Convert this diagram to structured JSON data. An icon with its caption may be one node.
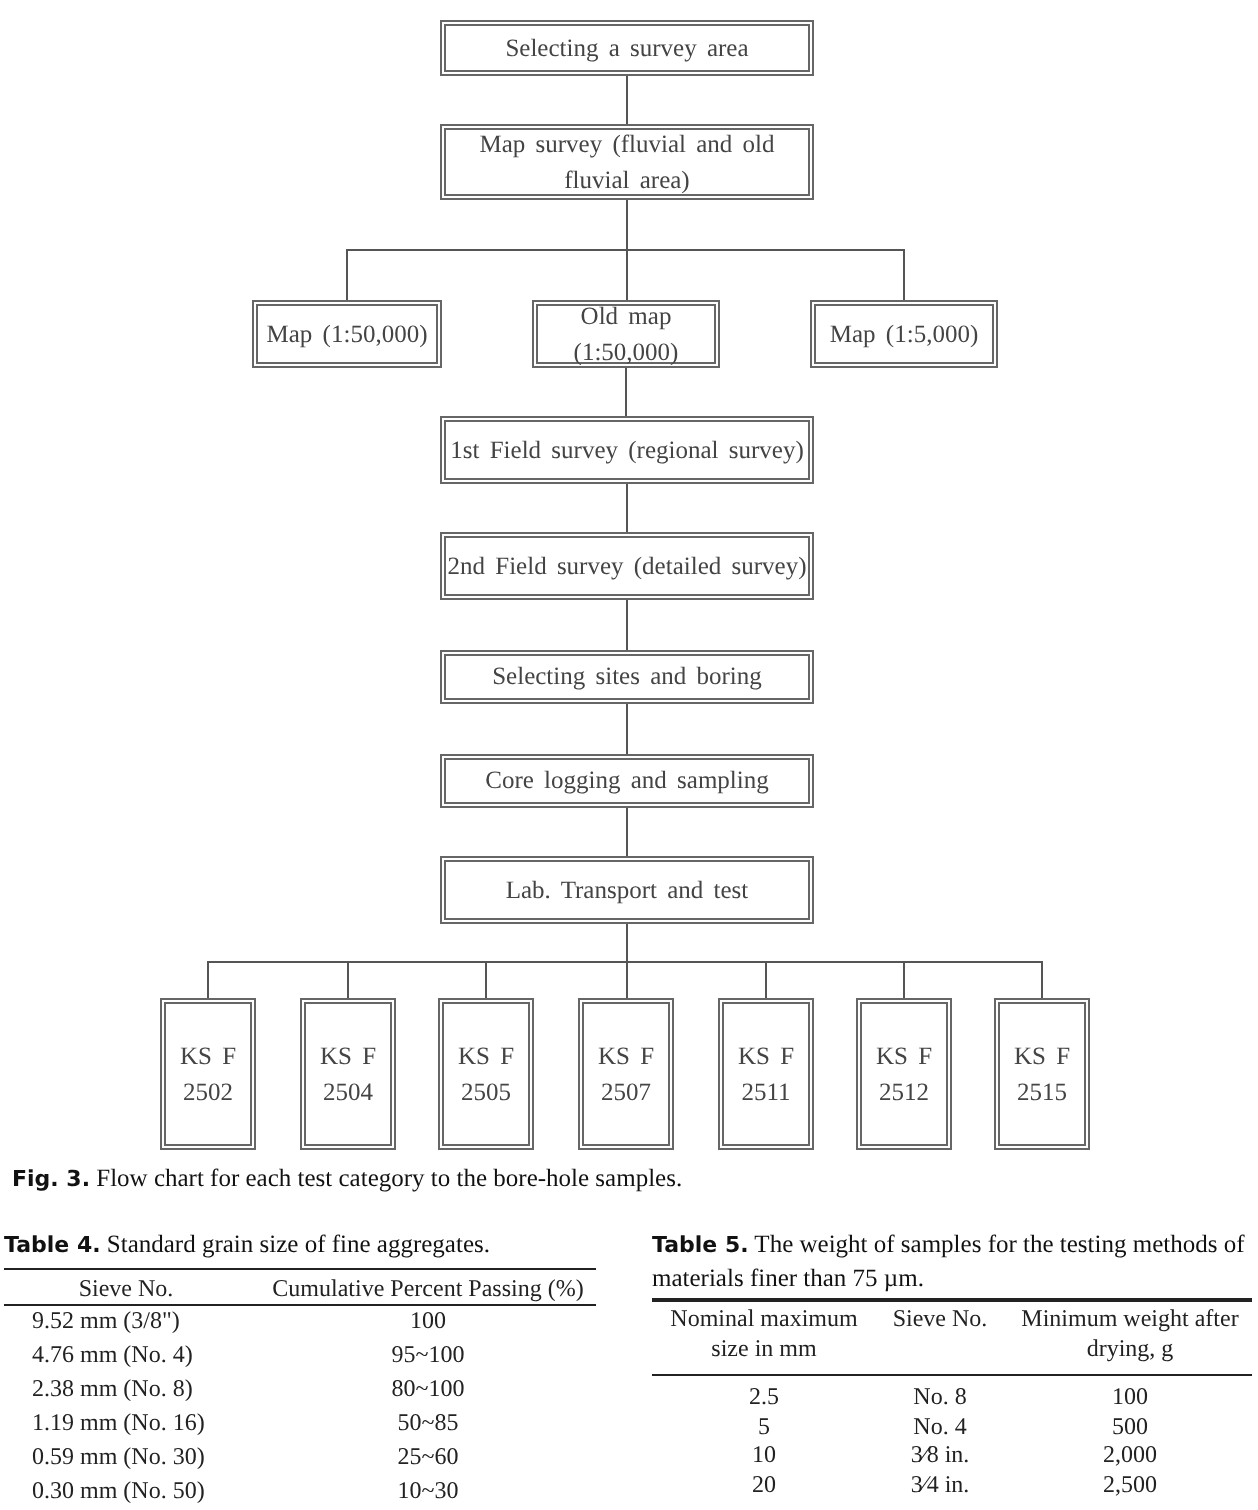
{
  "diagram": {
    "caption": "**Fig. 3.** Flow chart for each test category to the bore-hole samples.",
    "nodes": [
      {
        "text": [
          "Selecting a survey area"
        ]
      },
      {
        "text": [
          "Map survey (fluvial and old fluvial area)"
        ]
      },
      {
        "text": [
          "Map (1:50,000)"
        ]
      },
      {
        "text": [
          "Old map (1:50,000)"
        ]
      },
      {
        "text": [
          "Map (1:5,000)"
        ]
      },
      {
        "text": [
          "1st Field survey (regional survey)"
        ]
      },
      {
        "text": [
          "2nd Field survey (detailed survey)"
        ]
      },
      {
        "text": [
          "Selecting sites and boring"
        ]
      },
      {
        "text": [
          "Core logging and sampling"
        ]
      },
      {
        "text": [
          "Lab. Transport and test"
        ]
      },
      {
        "text": [
          "KS F 2502"
        ]
      },
      {
        "text": [
          "KS F 2504"
        ]
      },
      {
        "text": [
          "KS F 2505"
        ]
      },
      {
        "text": [
          "KS F 2507"
        ]
      },
      {
        "text": [
          "KS F 2511"
        ]
      },
      {
        "text": [
          "KS F 2512"
        ]
      },
      {
        "text": [
          "KS F 2515"
        ]
      }
    ],
    "edges": [
      {
        "from": 0,
        "to": 1,
        "arrow": "none"
      },
      {
        "from": 1,
        "to": 2,
        "arrow": "none"
      },
      {
        "from": 1,
        "to": 3,
        "arrow": "none"
      },
      {
        "from": 1,
        "to": 4,
        "arrow": "none"
      },
      {
        "from": 3,
        "to": 5,
        "arrow": "none"
      },
      {
        "from": 5,
        "to": 6,
        "arrow": "none"
      },
      {
        "from": 6,
        "to": 7,
        "arrow": "none"
      },
      {
        "from": 7,
        "to": 8,
        "arrow": "none"
      },
      {
        "from": 8,
        "to": 9,
        "arrow": "none"
      },
      {
        "from": 9,
        "to": 10,
        "arrow": "none"
      },
      {
        "from": 9,
        "to": 11,
        "arrow": "none"
      },
      {
        "from": 9,
        "to": 12,
        "arrow": "none"
      },
      {
        "from": 9,
        "to": 13,
        "arrow": "none"
      },
      {
        "from": 9,
        "to": 14,
        "arrow": "none"
      },
      {
        "from": 9,
        "to": 15,
        "arrow": "none"
      },
      {
        "from": 9,
        "to": 16,
        "arrow": "none"
      }
    ],
    "labels": [
      "**Table 4.** Standard grain size of fine aggregates.",
      "Sieve No.",
      "Cumulative Percent Passing (%)",
      "9.52 mm (3/8\")",
      "100",
      "4.76 mm (No. 4)",
      "95~100",
      "2.38 mm (No. 8)",
      "80~100",
      "1.19 mm (No. 16)",
      "50~85",
      "0.59 mm (No. 30)",
      "25~60",
      "0.30 mm (No. 50)",
      "10~30",
      "**Table 5.** The weight of samples for the testing methods of materials finer than 75 µm.",
      "Nominal maximum size in mm",
      "Sieve No.",
      "Minimum weight after drying, g",
      "2.5",
      "No. 8",
      "100",
      "5",
      "No. 4",
      "500",
      "10",
      "3⁄8 in.",
      "2,000",
      "20",
      "3⁄4 in.",
      "2,500"
    ]
  }
}
